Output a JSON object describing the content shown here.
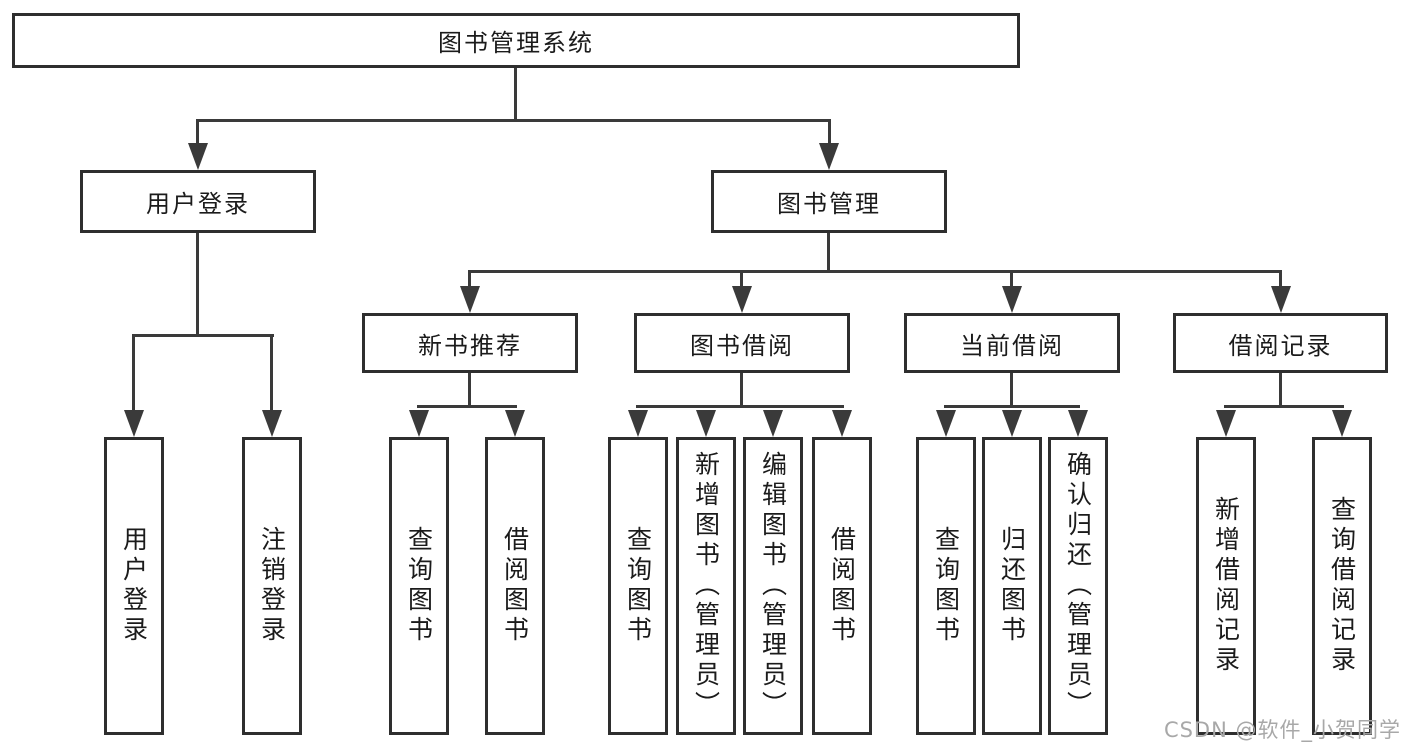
{
  "tree": {
    "label": "图书管理系统",
    "children": [
      {
        "label": "用户登录",
        "children": [
          {
            "label": "用户登录"
          },
          {
            "label": "注销登录"
          }
        ]
      },
      {
        "label": "图书管理",
        "children": [
          {
            "label": "新书推荐",
            "children": [
              {
                "label": "查询图书"
              },
              {
                "label": "借阅图书"
              }
            ]
          },
          {
            "label": "图书借阅",
            "children": [
              {
                "label": "查询图书"
              },
              {
                "label": "新增图书（管理员）"
              },
              {
                "label": "编辑图书（管理员）"
              },
              {
                "label": "借阅图书"
              }
            ]
          },
          {
            "label": "当前借阅",
            "children": [
              {
                "label": "查询图书"
              },
              {
                "label": "归还图书"
              },
              {
                "label": "确认归还（管理员）"
              }
            ]
          },
          {
            "label": "借阅记录",
            "children": [
              {
                "label": "新增借阅记录"
              },
              {
                "label": "查询借阅记录"
              }
            ]
          }
        ]
      }
    ]
  },
  "watermark": {
    "text": "CSDN @软件_小贺同学",
    "color": "#a8a8a8"
  },
  "colors": {
    "line": "#3a3a3a",
    "box_border": "#2e2e2e",
    "text": "#1b1b1b",
    "background": "#ffffff"
  }
}
